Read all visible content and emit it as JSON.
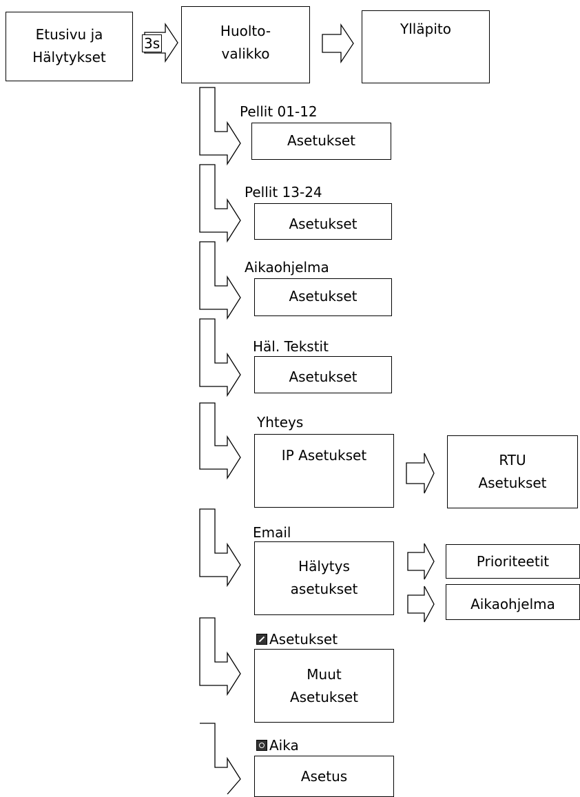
{
  "top": {
    "start_label": "Etusivu ja\nHälytykset",
    "hold_label": "3s",
    "service_label": "Huolto-\nvalikko",
    "maint_label": "Ylläpito"
  },
  "sections": {
    "s1": {
      "caption": "Pellit 01-12",
      "box": "Asetukset"
    },
    "s2": {
      "caption": "Pellit 13-24",
      "box": "Asetukset"
    },
    "s3": {
      "caption": "Aikaohjelma",
      "box": "Asetukset"
    },
    "s4": {
      "caption": "Häl. Tekstit",
      "box": "Asetukset"
    },
    "s5": {
      "caption": "Yhteys",
      "box": "IP Asetukset",
      "sub": "RTU\nAsetukset"
    },
    "s6": {
      "caption": "Email",
      "box": "Hälytys\nasetukset",
      "sub1": "Prioriteetit",
      "sub2": "Aikaohjelma"
    },
    "s7": {
      "caption": "Asetukset",
      "icon": "wrench-icon",
      "box": "Muut\nAsetukset"
    },
    "s8": {
      "caption": "Aika",
      "icon": "clock-icon",
      "box": "Asetus"
    }
  }
}
